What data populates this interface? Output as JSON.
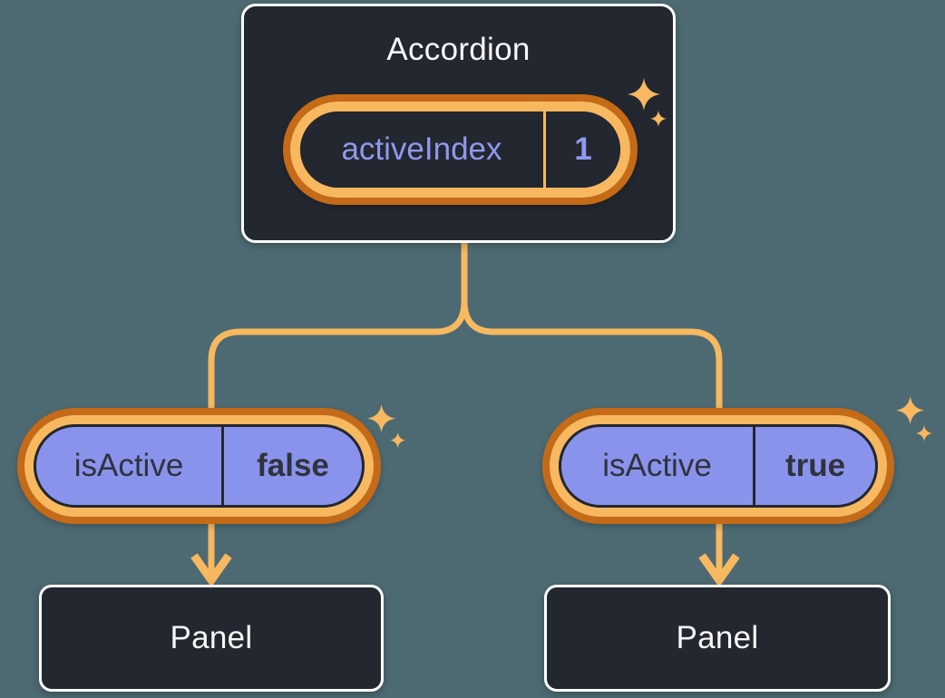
{
  "canvas": {
    "background": "#4D6A72"
  },
  "palette": {
    "node_fill": "#23272F",
    "node_border": "#FFFFFF",
    "node_text": "#F6F7F9",
    "accent_light_orange": "#F7B860",
    "accent_dark_orange": "#C56A16",
    "prop_pill_fill": "#8A93EC",
    "prop_pill_text": "#2F333C",
    "state_pill_text": "#8F99EE"
  },
  "icons": {
    "sparkle": "✦",
    "arrow_down": "↓"
  },
  "tree": {
    "root": {
      "title": "Accordion",
      "state": {
        "name": "activeIndex",
        "value": "1"
      }
    },
    "children": [
      {
        "prop": {
          "name": "isActive",
          "value": "false"
        },
        "panel": {
          "title": "Panel"
        }
      },
      {
        "prop": {
          "name": "isActive",
          "value": "true"
        },
        "panel": {
          "title": "Panel"
        }
      }
    ]
  }
}
